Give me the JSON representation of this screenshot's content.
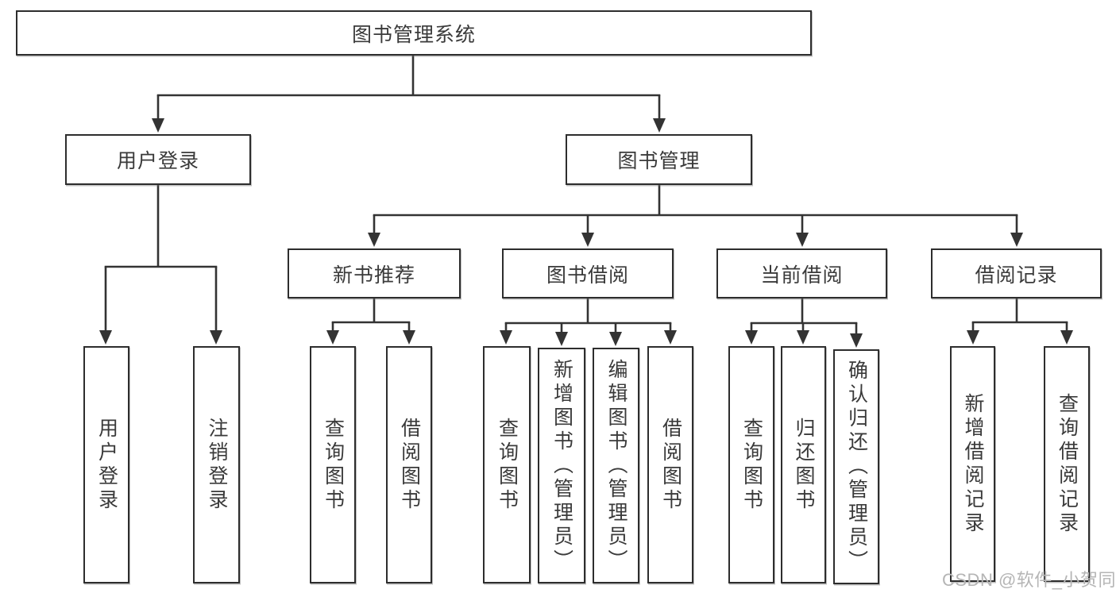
{
  "diagram": {
    "type": "tree",
    "title": "图书管理系统",
    "nodes": [
      {
        "id": "root",
        "label": "图书管理系统",
        "parent": null
      },
      {
        "id": "user-login",
        "label": "用户登录",
        "parent": "root"
      },
      {
        "id": "book-management",
        "label": "图书管理",
        "parent": "root"
      },
      {
        "id": "new-book-recommend",
        "label": "新书推荐",
        "parent": "book-management"
      },
      {
        "id": "book-borrow",
        "label": "图书借阅",
        "parent": "book-management"
      },
      {
        "id": "current-borrow",
        "label": "当前借阅",
        "parent": "book-management"
      },
      {
        "id": "borrow-records",
        "label": "借阅记录",
        "parent": "book-management"
      },
      {
        "id": "leaf-user-login",
        "label": "用户登录",
        "parent": "user-login"
      },
      {
        "id": "leaf-logout",
        "label": "注销登录",
        "parent": "user-login"
      },
      {
        "id": "leaf-query-book-1",
        "label": "查询图书",
        "parent": "new-book-recommend"
      },
      {
        "id": "leaf-borrow-book-1",
        "label": "借阅图书",
        "parent": "new-book-recommend"
      },
      {
        "id": "leaf-query-book-2",
        "label": "查询图书",
        "parent": "book-borrow"
      },
      {
        "id": "leaf-add-book",
        "label": "新增图书（管理员）",
        "parent": "book-borrow"
      },
      {
        "id": "leaf-edit-book",
        "label": "编辑图书（管理员）",
        "parent": "book-borrow"
      },
      {
        "id": "leaf-borrow-book-2",
        "label": "借阅图书",
        "parent": "book-borrow"
      },
      {
        "id": "leaf-query-book-3",
        "label": "查询图书",
        "parent": "current-borrow"
      },
      {
        "id": "leaf-return-book",
        "label": "归还图书",
        "parent": "current-borrow"
      },
      {
        "id": "leaf-confirm-return",
        "label": "确认归还（管理员）",
        "parent": "current-borrow"
      },
      {
        "id": "leaf-add-borrow-record",
        "label": "新增借阅记录",
        "parent": "borrow-records"
      },
      {
        "id": "leaf-query-borrow-record",
        "label": "查询借阅记录",
        "parent": "borrow-records"
      }
    ]
  },
  "watermark": {
    "text": "CSDN @软件_小贺同学",
    "color": "#b5b5b5"
  },
  "colors": {
    "background": "#ffffff",
    "line": "#333333",
    "box_border": "#2d2d2d",
    "text": "#3a3a3a"
  }
}
